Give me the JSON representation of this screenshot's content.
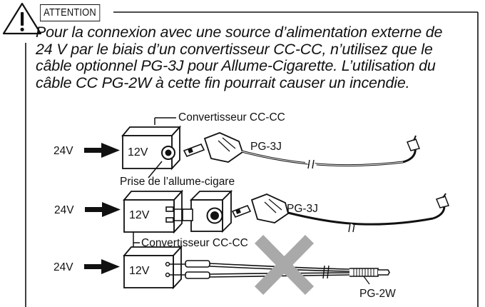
{
  "header": {
    "badge": "ATTENTION"
  },
  "warning": {
    "lines": [
      "Pour la connexion avec une source d’alimentation externe de",
      "24 V par le biais d’un convertisseur CC-CC, n’utilisez que le",
      "câble optionnel PG-3J pour Allume-Cigarette. L’utilisation du",
      "câble CC PG-2W à cette fin pourrait causer un incendie."
    ]
  },
  "diagram": {
    "label_converter_top": "Convertisseur CC-CC",
    "label_pg3j_1": "PG-3J",
    "label_socket": "Prise de l’allume-cigare",
    "label_pg3j_2": "PG-3J",
    "label_converter_mid": "Convertisseur CC-CC",
    "label_pg2w": "PG-2W",
    "input_24v": [
      "24V",
      "24V",
      "24V"
    ],
    "output_12v": [
      "12V",
      "12V",
      "12V"
    ]
  },
  "icons": [
    "warning-triangle-icon",
    "arrow-right-icon",
    "prohibited-x-icon"
  ]
}
